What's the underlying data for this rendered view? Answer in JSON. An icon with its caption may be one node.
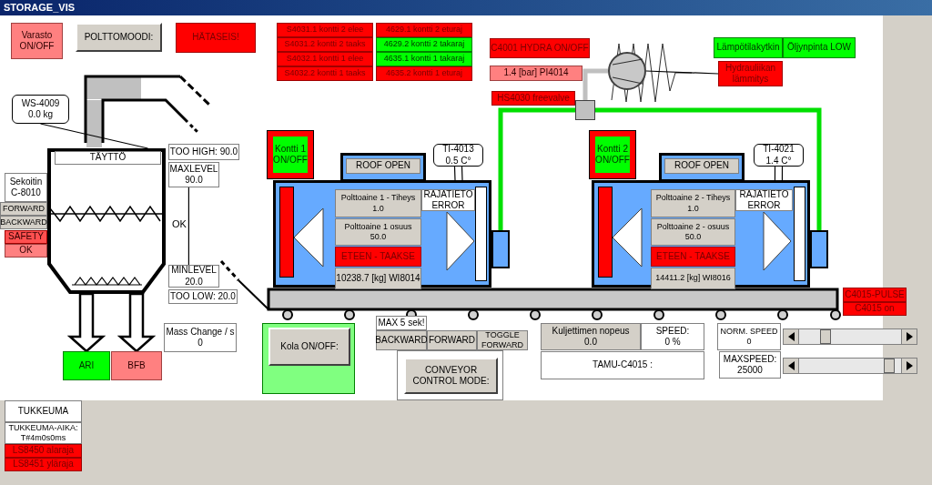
{
  "diagram": {
    "title": "STORAGE_VIS",
    "nodes": [
      {
        "text": [
          "Varasto ON/OFF"
        ]
      },
      {
        "text": [
          "POLTTOMOODI:"
        ]
      },
      {
        "text": [
          "HÄTASEIS!"
        ]
      },
      {
        "text": [
          "S4031.1 kontti 2 elee"
        ]
      },
      {
        "text": [
          "4629.1 kontti 2 eturaj"
        ]
      },
      {
        "text": [
          "S4031.2 kontti 2 taaks"
        ]
      },
      {
        "text": [
          "4629.2 kontti 2 takaraj"
        ]
      },
      {
        "text": [
          "S4032.1 kontti 1 elee"
        ]
      },
      {
        "text": [
          "4635.1 kontti 1 takaraj"
        ]
      },
      {
        "text": [
          "S4032.2 kontti 1 taaks"
        ]
      },
      {
        "text": [
          "4635.2 kontti 1 eturaj"
        ]
      },
      {
        "text": [
          "C4001 HYDRA ON/OFF"
        ]
      },
      {
        "text": [
          "1.4 [bar] PI4014"
        ]
      },
      {
        "text": [
          "HS4030 freevalve"
        ]
      },
      {
        "text": [
          "Lämpötilakytkin"
        ]
      },
      {
        "text": [
          "Öljynpinta LOW"
        ]
      },
      {
        "text": [
          "Hydrauliikan lämmitys"
        ]
      },
      {
        "text": [
          "WS-4009",
          "0.0 kg"
        ]
      },
      {
        "text": [],
        "shape": "silo"
      },
      {
        "text": [
          "TÄYTTÖ"
        ],
        "in": 18
      },
      {
        "text": [
          "Sekoitin",
          "C-8010"
        ]
      },
      {
        "text": [
          "FORWARD"
        ]
      },
      {
        "text": [
          "BACKWARD"
        ]
      },
      {
        "text": [
          "SAFETY"
        ]
      },
      {
        "text": [
          "OK"
        ]
      },
      {
        "text": [
          "TOO HIGH: 90.0"
        ]
      },
      {
        "text": [
          "MAXLEVEL",
          "90.0"
        ]
      },
      {
        "text": [
          "MINLEVEL",
          "20.0"
        ]
      },
      {
        "text": [
          "TOO LOW: 20.0"
        ]
      },
      {
        "text": [
          "ARI"
        ]
      },
      {
        "text": [
          "BFB"
        ]
      },
      {
        "text": [
          "Mass Change / s",
          "0"
        ]
      },
      {
        "text": [
          "Kontti 1 ON/OFF"
        ]
      },
      {
        "text": [
          "ROOF OPEN"
        ]
      },
      {
        "text": [
          "TI-4013",
          "0.5 C°"
        ]
      },
      {
        "text": [],
        "shape": "box"
      },
      {
        "text": [
          "Polttoaine 1 - Tiheys",
          "1.0"
        ],
        "in": 35
      },
      {
        "text": [
          "Polttoaine 1 osuus",
          "50.0"
        ],
        "in": 35
      },
      {
        "text": [
          "ETEEN - TAAKSE"
        ],
        "in": 35
      },
      {
        "text": [
          "10238.7 [kg] WI8014"
        ],
        "in": 35
      },
      {
        "text": [
          "RAJATIETO",
          "ERROR"
        ],
        "in": 35
      },
      {
        "text": [
          "Kontti 2 ON/OFF"
        ]
      },
      {
        "text": [
          "ROOF OPEN"
        ]
      },
      {
        "text": [
          "TI-4021",
          "1.4 C°"
        ]
      },
      {
        "text": [],
        "shape": "box"
      },
      {
        "text": [
          "Polttoaine 2 - Tiheys",
          "1.0"
        ],
        "in": 44
      },
      {
        "text": [
          "Polttoaine 2 - osuus",
          "50.0"
        ],
        "in": 44
      },
      {
        "text": [
          "ETEEN - TAAKSE"
        ],
        "in": 44
      },
      {
        "text": [
          "14411.2 [kg] WI8016"
        ],
        "in": 44
      },
      {
        "text": [
          "RAJATIETO",
          "ERROR"
        ],
        "in": 44
      },
      {
        "text": [
          "C4015-PULSE"
        ]
      },
      {
        "text": [
          "C4015 on"
        ]
      },
      {
        "text": [],
        "shape": "box"
      },
      {
        "text": [
          "Kola ON/OFF:"
        ],
        "in": 52
      },
      {
        "text": [
          "MAX 5 sek!"
        ]
      },
      {
        "text": [
          "BACKWARD"
        ]
      },
      {
        "text": [
          "FORWARD"
        ]
      },
      {
        "text": [
          "TOGGLE FORWARD"
        ]
      },
      {
        "text": [
          "CONVEYOR CONTROL MODE:"
        ]
      },
      {
        "text": [
          "Kuljettimen nopeus",
          "0.0"
        ]
      },
      {
        "text": [
          "SPEED:",
          "0 %"
        ]
      },
      {
        "text": [
          "TAMU-C4015 :"
        ]
      },
      {
        "text": [
          "NORM. SPEED",
          "0"
        ]
      },
      {
        "text": [
          "MAXSPEED:",
          "25000"
        ]
      },
      {
        "text": [
          "TUKKEUMA"
        ]
      },
      {
        "text": [
          "TUKKEUMA-AIKA:",
          "T#4m0s0ms"
        ]
      },
      {
        "text": [
          "LS8450 alaraja"
        ]
      },
      {
        "text": [
          "LS8451 yläraja"
        ]
      },
      {
        "text": [],
        "shape": "circle"
      },
      {
        "text": [],
        "shape": "box"
      },
      {
        "text": [],
        "shape": "box"
      },
      {
        "text": [],
        "shape": "box"
      },
      {
        "text": [],
        "shape": "bar",
        "in": 35
      },
      {
        "text": [],
        "shape": "bar",
        "in": 44
      }
    ],
    "edges": [
      {
        "from": 18,
        "to": 29,
        "arrow": "to"
      },
      {
        "from": 18,
        "to": 30,
        "arrow": "to"
      },
      {
        "from": 17,
        "to": 18,
        "arrow": "none"
      },
      {
        "from": 34,
        "to": 35,
        "arrow": "none"
      },
      {
        "from": 43,
        "to": 44,
        "arrow": "none"
      },
      {
        "from": 69,
        "to": 68,
        "arrow": "none",
        "style": "thick",
        "color": "#c0c0c0"
      },
      {
        "from": 69,
        "to": 70,
        "arrow": "none",
        "style": "thick",
        "color": "#00e000"
      },
      {
        "from": 69,
        "to": 71,
        "arrow": "none",
        "style": "thick",
        "color": "#00e000"
      },
      {
        "from": 16,
        "to": 68,
        "arrow": "none"
      },
      {
        "from": 26,
        "to": 27,
        "arrow": "none",
        "label": "OK"
      }
    ]
  }
}
